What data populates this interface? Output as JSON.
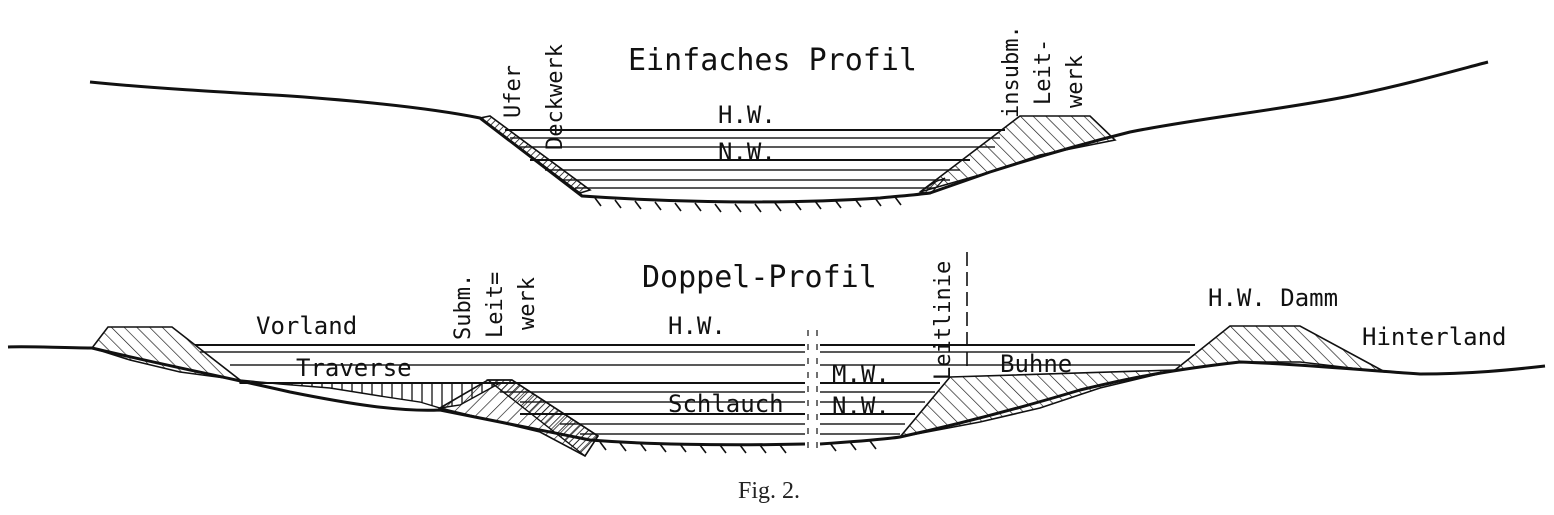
{
  "figure": {
    "caption": "Fig. 2."
  },
  "top_profile": {
    "title": "Einfaches Profil",
    "hw_label": "H.W.",
    "nw_label": "N.W.",
    "ufer_label": "Ufer",
    "deckwerk_label": "Deckwerk",
    "insubm_label": "insubm.",
    "leit_label": "Leit-",
    "werk_label": "werk"
  },
  "bottom_profile": {
    "title": "Doppel-Profil",
    "vorland_label": "Vorland",
    "subm_label": "Subm.",
    "leit_label": "Leit=",
    "werk_label": "werk",
    "hw_label": "H.W.",
    "traverse_label": "Traverse",
    "schlauch_label": "Schlauch",
    "mw_label": "M.W.",
    "nw_label": "N.W.",
    "leitlinie_label": "Leitlinie",
    "buhne_label": "Buhne",
    "hw_damm_label": "H.W. Damm",
    "hinterland_label": "Hinterland"
  }
}
